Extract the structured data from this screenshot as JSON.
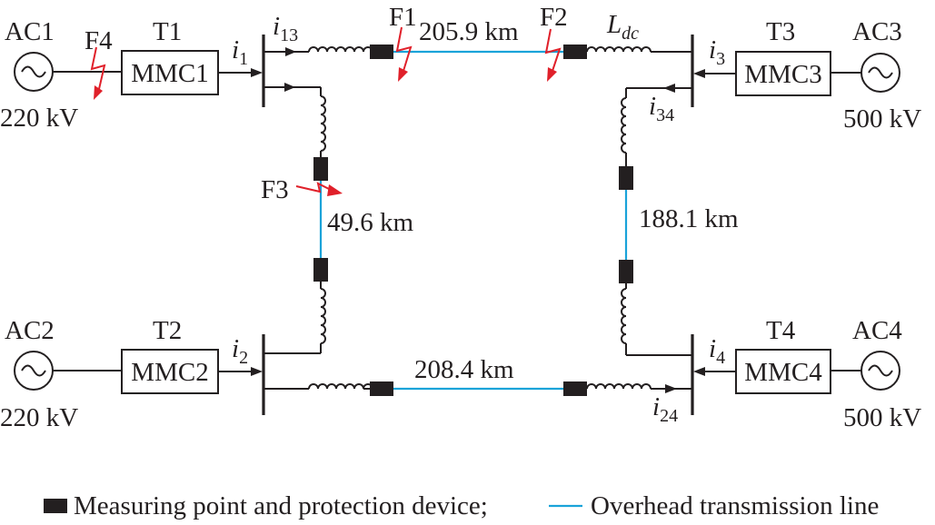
{
  "sources": [
    {
      "name": "AC1",
      "voltage": "220 kV"
    },
    {
      "name": "AC2",
      "voltage": "220 kV"
    },
    {
      "name": "AC3",
      "voltage": "500 kV"
    },
    {
      "name": "AC4",
      "voltage": "500 kV"
    }
  ],
  "transformers": [
    "T1",
    "T2",
    "T3",
    "T4"
  ],
  "converters": [
    "MMC1",
    "MMC2",
    "MMC3",
    "MMC4"
  ],
  "currents": [
    {
      "sym": "i",
      "sub": "1"
    },
    {
      "sym": "i",
      "sub": "2"
    },
    {
      "sym": "i",
      "sub": "3"
    },
    {
      "sym": "i",
      "sub": "4"
    },
    {
      "sym": "i",
      "sub": "13"
    },
    {
      "sym": "i",
      "sub": "24"
    },
    {
      "sym": "i",
      "sub": "34"
    }
  ],
  "inductor_label": {
    "sym": "L",
    "sub": "dc"
  },
  "lines": [
    "205.9 km",
    "49.6 km",
    "188.1 km",
    "208.4 km"
  ],
  "faults": [
    "F1",
    "F2",
    "F3",
    "F4"
  ],
  "legend": {
    "device": "Measuring point and protection device;",
    "line": "Overhead transmission line"
  },
  "colors": {
    "line": "#1aa3d9",
    "fault": "#e0202a",
    "ink": "#231f20"
  }
}
